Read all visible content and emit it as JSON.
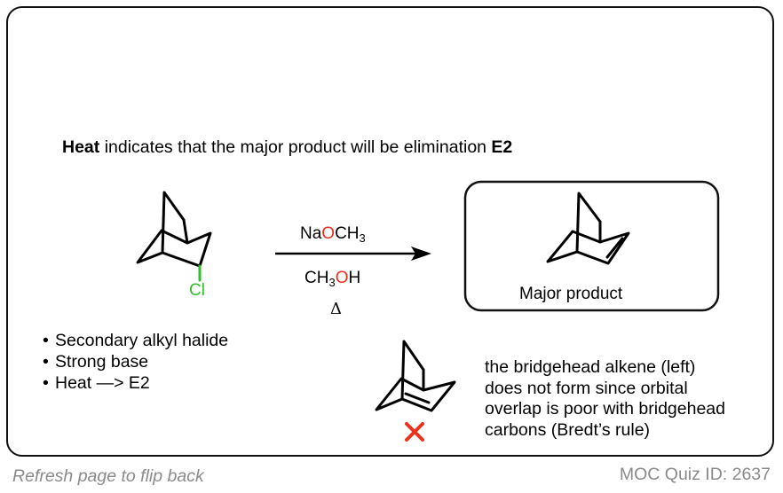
{
  "heading": {
    "bold1": "Heat",
    "middle": " indicates that the major product will be elimination ",
    "bold2": "E2"
  },
  "reagents": {
    "line1": {
      "a": "Na",
      "b": "O",
      "c": "CH",
      "sub": "3"
    },
    "line2": {
      "a": "CH",
      "sub": "3",
      "b": "O",
      "c": "H"
    },
    "line3": "Δ"
  },
  "substituent": "Cl",
  "product_label": "Major product",
  "bullets": [
    "Secondary alkyl halide",
    "Strong base",
    "Heat —> E2"
  ],
  "note_lines": [
    "the bridgehead alkene (left)",
    "does not form since orbital",
    "overlap is poor with bridgehead",
    "carbons (Bredt’s rule)"
  ],
  "footer": {
    "left": "Refresh page to flip back",
    "right": "MOC Quiz ID: 2637"
  },
  "colors": {
    "oxygen": "#e8321e",
    "chlorine": "#2fbf2f",
    "cross": "#e8321e",
    "footer_text": "#8a8a8a"
  }
}
